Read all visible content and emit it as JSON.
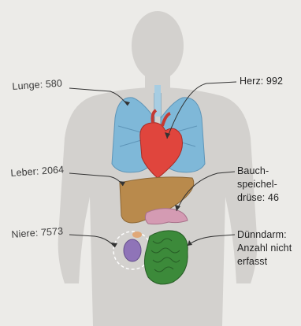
{
  "labels": {
    "lunge": "Lunge: 580",
    "herz": "Herz: 992",
    "leber": "Leber: 2064",
    "bauch_line1": "Bauch-",
    "bauch_line2": "speichel-",
    "bauch_line3": "drüse: 46",
    "niere": "Niere: 7573",
    "duenn_line1": "Dünndarm:",
    "duenn_line2": "Anzahl nicht",
    "duenn_line3": "erfasst"
  },
  "colors": {
    "background": "#ecebe8",
    "silhouette": "#cfcdca",
    "lung": "#7fb8d8",
    "heart": "#e0453d",
    "liver": "#b98a4c",
    "pancreas": "#d49bb3",
    "kidney": "#8f74b8",
    "intestine": "#3c8a3a"
  }
}
